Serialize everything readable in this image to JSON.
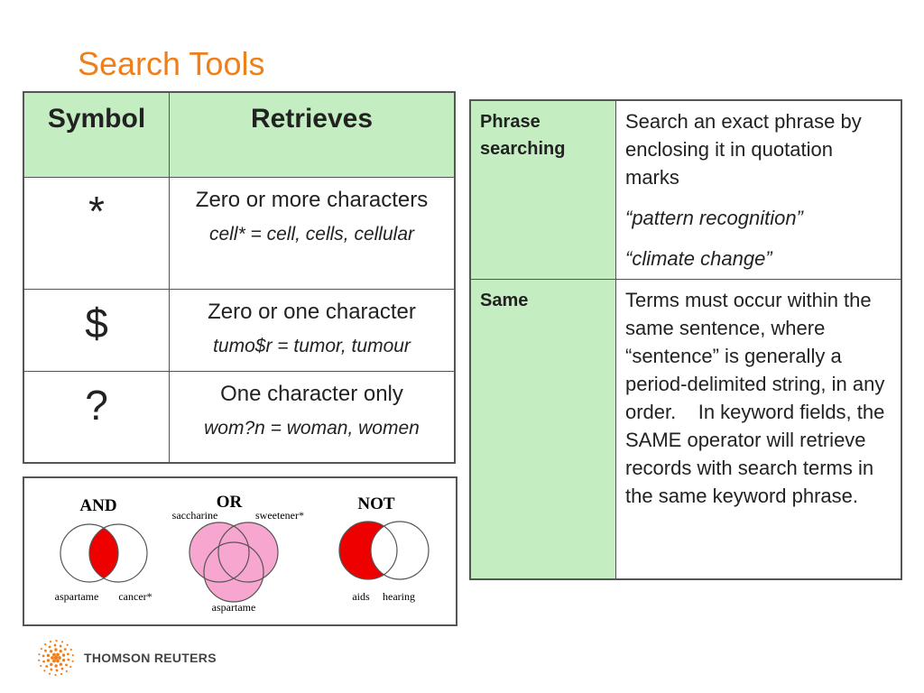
{
  "title": "Search Tools",
  "symbol_table": {
    "headers": [
      "Symbol",
      "Retrieves"
    ],
    "rows": [
      {
        "symbol": "*",
        "description": "Zero or more characters",
        "example": "cell* = cell, cells, cellular"
      },
      {
        "symbol": "$",
        "description": "Zero or one character",
        "example": "tumo$r = tumor, tumour"
      },
      {
        "symbol": "?",
        "description": "One character only",
        "example": "wom?n = woman, women"
      }
    ]
  },
  "venn": {
    "and": {
      "label": "AND",
      "left": "aspartame",
      "right": "cancer*"
    },
    "or": {
      "label": "OR",
      "top_left": "saccharine",
      "top_right": "sweetener*",
      "bottom": "aspartame"
    },
    "not": {
      "label": "NOT",
      "left": "aids",
      "right": "hearing"
    },
    "colors": {
      "and_fill": "#ee0000",
      "or_fill": "#f7a6cf",
      "not_fill": "#ee0000",
      "outline": "#555555"
    }
  },
  "operator_table": {
    "rows": [
      {
        "operator": "Phrase searching",
        "definition": "Search an exact phrase by enclosing it in quotation marks",
        "examples": [
          "“pattern recognition”",
          "“climate change”"
        ]
      },
      {
        "operator": "Same",
        "definition": "Terms must occur within the same sentence, where “sentence” is generally a period-delimited string, in any order.    In keyword fields, the SAME operator will retrieve records with search terms in the same keyword phrase."
      }
    ]
  },
  "footer": {
    "logo_text": "THOMSON REUTERS",
    "logo_icon": "thomson-reuters-dot-sphere-icon",
    "logo_color": "#f07f1a"
  },
  "colors": {
    "title": "#f07f1a",
    "header_fill": "#c4eec1",
    "border": "#555555"
  }
}
